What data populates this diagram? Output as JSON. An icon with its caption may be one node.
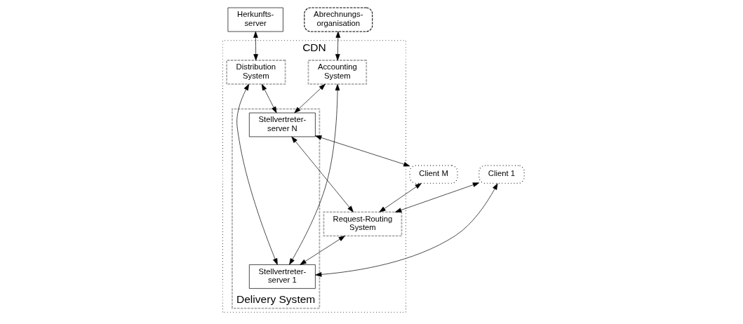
{
  "diagram": {
    "nodes": [
      {
        "text": [
          "Herkunfts- server"
        ]
      },
      {
        "text": [
          "Abrechnungs- organisation"
        ]
      },
      {
        "text": [
          "CDN"
        ]
      },
      {
        "text": [
          "Distribution System"
        ],
        "in": 2
      },
      {
        "text": [
          "Request-Routing System"
        ],
        "in": 2
      },
      {
        "text": [
          "Accounting System"
        ],
        "in": 2
      },
      {
        "text": [
          "Client 1"
        ]
      },
      {
        "text": [
          "Delivery System"
        ],
        "in": 2
      },
      {
        "text": [
          "Stellvertreter- server 1"
        ],
        "in": 7
      },
      {
        "text": [
          "Stellvertreter- server N"
        ],
        "in": 7
      },
      {
        "text": [
          "Client M"
        ]
      }
    ],
    "edges": [
      {
        "from": 0,
        "to": 3,
        "arrow": "both"
      },
      {
        "from": 1,
        "to": 5,
        "arrow": "both"
      },
      {
        "from": 3,
        "to": 8,
        "arrow": "both"
      },
      {
        "from": 3,
        "to": 9,
        "arrow": "both"
      },
      {
        "from": 4,
        "to": 8,
        "arrow": "both"
      },
      {
        "from": 4,
        "to": 9,
        "arrow": "both"
      },
      {
        "from": 5,
        "to": 8,
        "arrow": "both"
      },
      {
        "from": 5,
        "to": 9,
        "arrow": "both"
      },
      {
        "from": 6,
        "to": 4,
        "arrow": "both"
      },
      {
        "from": 10,
        "to": 4,
        "arrow": "both"
      },
      {
        "from": 6,
        "to": 8,
        "arrow": "both"
      },
      {
        "from": 9,
        "to": 10,
        "arrow": "both"
      }
    ]
  }
}
